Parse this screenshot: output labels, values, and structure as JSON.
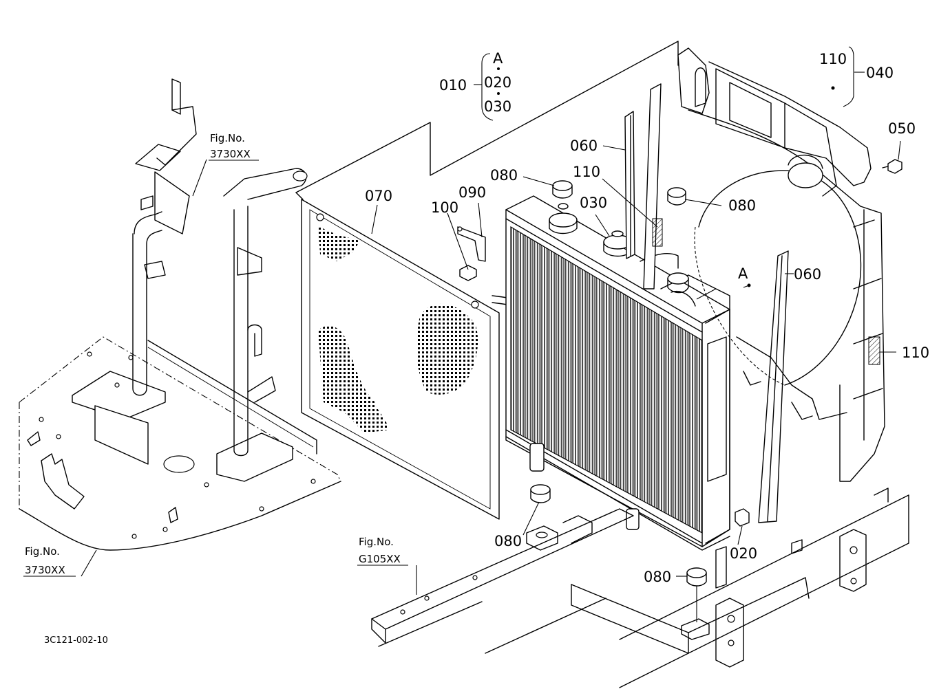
{
  "labels": {
    "ref_a_top": "A",
    "p010": "010",
    "p020_top": "020",
    "p030_top": "030",
    "p110_top": "110",
    "p040": "040",
    "p050": "050",
    "p060_top": "060",
    "p110_mid": "110",
    "p080_left": "080",
    "p030_cap": "030",
    "p080_right": "080",
    "p070": "070",
    "p090": "090",
    "p100": "100",
    "ref_a_rad": "A",
    "p060_right": "060",
    "p110_right": "110",
    "p080_bottom": "080",
    "p020_bottom": "020",
    "p080_lower": "080"
  },
  "refs": {
    "fig_top_title": "Fig.No.",
    "fig_top_num": "3730XX",
    "fig_left_title": "Fig.No.",
    "fig_left_num": "3730XX",
    "fig_bottom_title": "Fig.No.",
    "fig_bottom_num": "G105XX"
  },
  "drawing_code": "3C121-002-10"
}
